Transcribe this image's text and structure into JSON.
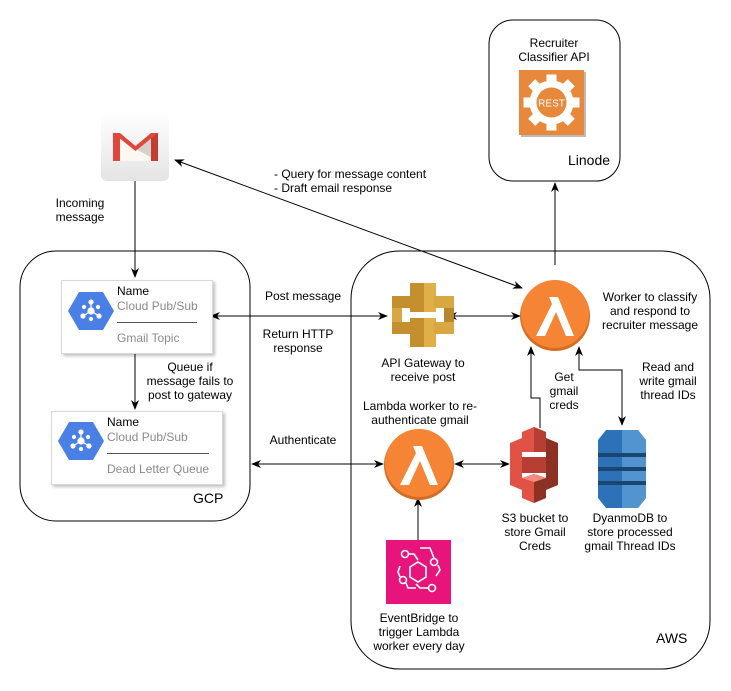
{
  "regions": {
    "linode": {
      "label": "Linode"
    },
    "gcp": {
      "label": "GCP"
    },
    "aws": {
      "label": "AWS"
    }
  },
  "nodes": {
    "classifier_api": {
      "label_line1": "Recruiter",
      "label_line2": "Classifier API",
      "icon_text": "REST",
      "icon": "rest-api-gear-icon"
    },
    "gmail": {
      "icon": "gmail-icon"
    },
    "gmail_topic": {
      "title": "Name",
      "service": "Cloud Pub/Sub",
      "name": "Gmail Topic",
      "icon": "pubsub-icon"
    },
    "dead_letter": {
      "title": "Name",
      "service": "Cloud Pub/Sub",
      "name": "Dead Letter Queue",
      "icon": "pubsub-icon"
    },
    "api_gateway": {
      "label_line1": "API Gateway to",
      "label_line2": "receive post",
      "icon": "api-gateway-icon"
    },
    "worker_lambda": {
      "label_line1": "Worker to classify",
      "label_line2": "and respond to",
      "label_line3": "recruiter message",
      "icon": "lambda-icon"
    },
    "reauth_lambda": {
      "label_line1": "Lambda worker to re-",
      "label_line2": "authenticate gmail",
      "icon": "lambda-icon"
    },
    "s3": {
      "label_line1": "S3 bucket to",
      "label_line2": "store Gmail",
      "label_line3": "Creds",
      "icon": "s3-bucket-icon"
    },
    "dynamodb": {
      "label_line1": "DyanmoDB to",
      "label_line2": "store processed",
      "label_line3": "gmail Thread IDs",
      "icon": "dynamodb-icon"
    },
    "eventbridge": {
      "label_line1": "EventBridge to",
      "label_line2": "trigger Lambda",
      "label_line3": "worker every day",
      "icon": "eventbridge-icon"
    }
  },
  "edges": {
    "incoming": {
      "line1": "Incoming",
      "line2": "message"
    },
    "query": {
      "line1": "- Query for message content",
      "line2": "- Draft email response"
    },
    "post": {
      "label": "Post message"
    },
    "return": {
      "line1": "Return HTTP",
      "line2": "response"
    },
    "queue": {
      "line1": "Queue if",
      "line2": "message fails to",
      "line3": "post to gateway"
    },
    "authenticate": {
      "label": "Authenticate"
    },
    "creds": {
      "line1": "Get",
      "line2": "gmail",
      "line3": "creds"
    },
    "threads": {
      "line1": "Read and",
      "line2": "write gmail",
      "line3": "thread IDs"
    }
  },
  "colors": {
    "lambda": "#f58534",
    "api_gateway": "#d9a741",
    "s3": "#e05243",
    "dynamodb": "#2d72b8",
    "eventbridge": "#e7157b",
    "rest": "#e8883a",
    "pubsub": "#4a80e6",
    "gmail_red": "#e0463b"
  }
}
